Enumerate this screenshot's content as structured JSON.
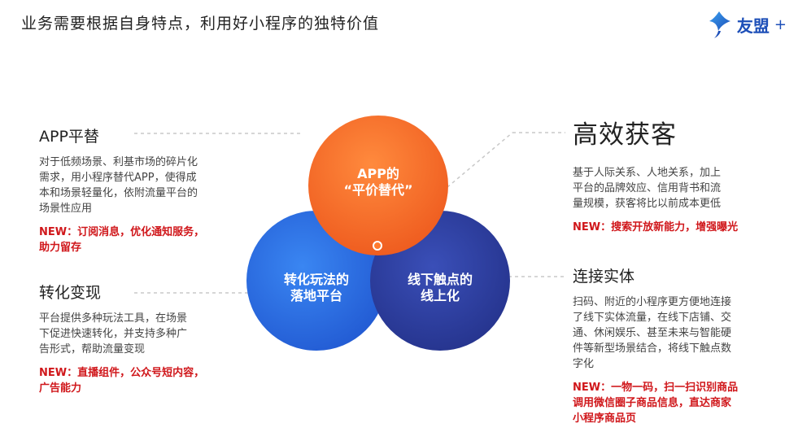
{
  "header": {
    "title": "业务需要根据自身特点，利用好小程序的独特价值",
    "logo_text": "友盟",
    "logo_plus": "+"
  },
  "venn": {
    "top": [
      "APP的",
      "“平价替代”"
    ],
    "left": [
      "转化玩法的",
      "落地平台"
    ],
    "right": [
      "线下触点的",
      "线上化"
    ]
  },
  "blocks": {
    "app": {
      "title": "APP平替",
      "desc": [
        "对于低频场景、利基市场的碎片化",
        "需求，用小程序替代APP，使得成",
        "本和场景轻量化，依附流量平台的",
        "场景性应用"
      ],
      "new": [
        "NEW：订阅消息，优化通知服务，",
        "助力留存"
      ]
    },
    "bian": {
      "title": "转化变现",
      "desc": [
        "平台提供多种玩法工具，在场景",
        "下促进快速转化，并支持多种广",
        "告形式，帮助流量变现"
      ],
      "new": [
        "NEW：直播组件，公众号短内容，",
        "广告能力"
      ]
    },
    "gao": {
      "title": "高效获客",
      "desc": [
        "基于人际关系、人地关系，加上",
        "平台的品牌效应、信用背书和流",
        "量规模，获客将比以前成本更低"
      ],
      "new": [
        "NEW：搜索开放新能力，增强曝光"
      ]
    },
    "lian": {
      "title": "连接实体",
      "desc": [
        "扫码、附近的小程序更方便地连接",
        "了线下实体流量，在线下店铺、交",
        "通、休闲娱乐、甚至未来与智能硬",
        "件等新型场景结合，将线下触点数",
        "字化"
      ],
      "new": [
        "NEW：一物一码，扫一扫识别商品",
        "调用微信圈子商品信息，直达商家",
        "小程序商品页"
      ]
    },
    "colors": {
      "orange": "#f26a2a",
      "blue": "#2b6be0",
      "navy": "#2a3a9a",
      "red": "#d0171b",
      "brand": "#1d4fb8"
    }
  }
}
